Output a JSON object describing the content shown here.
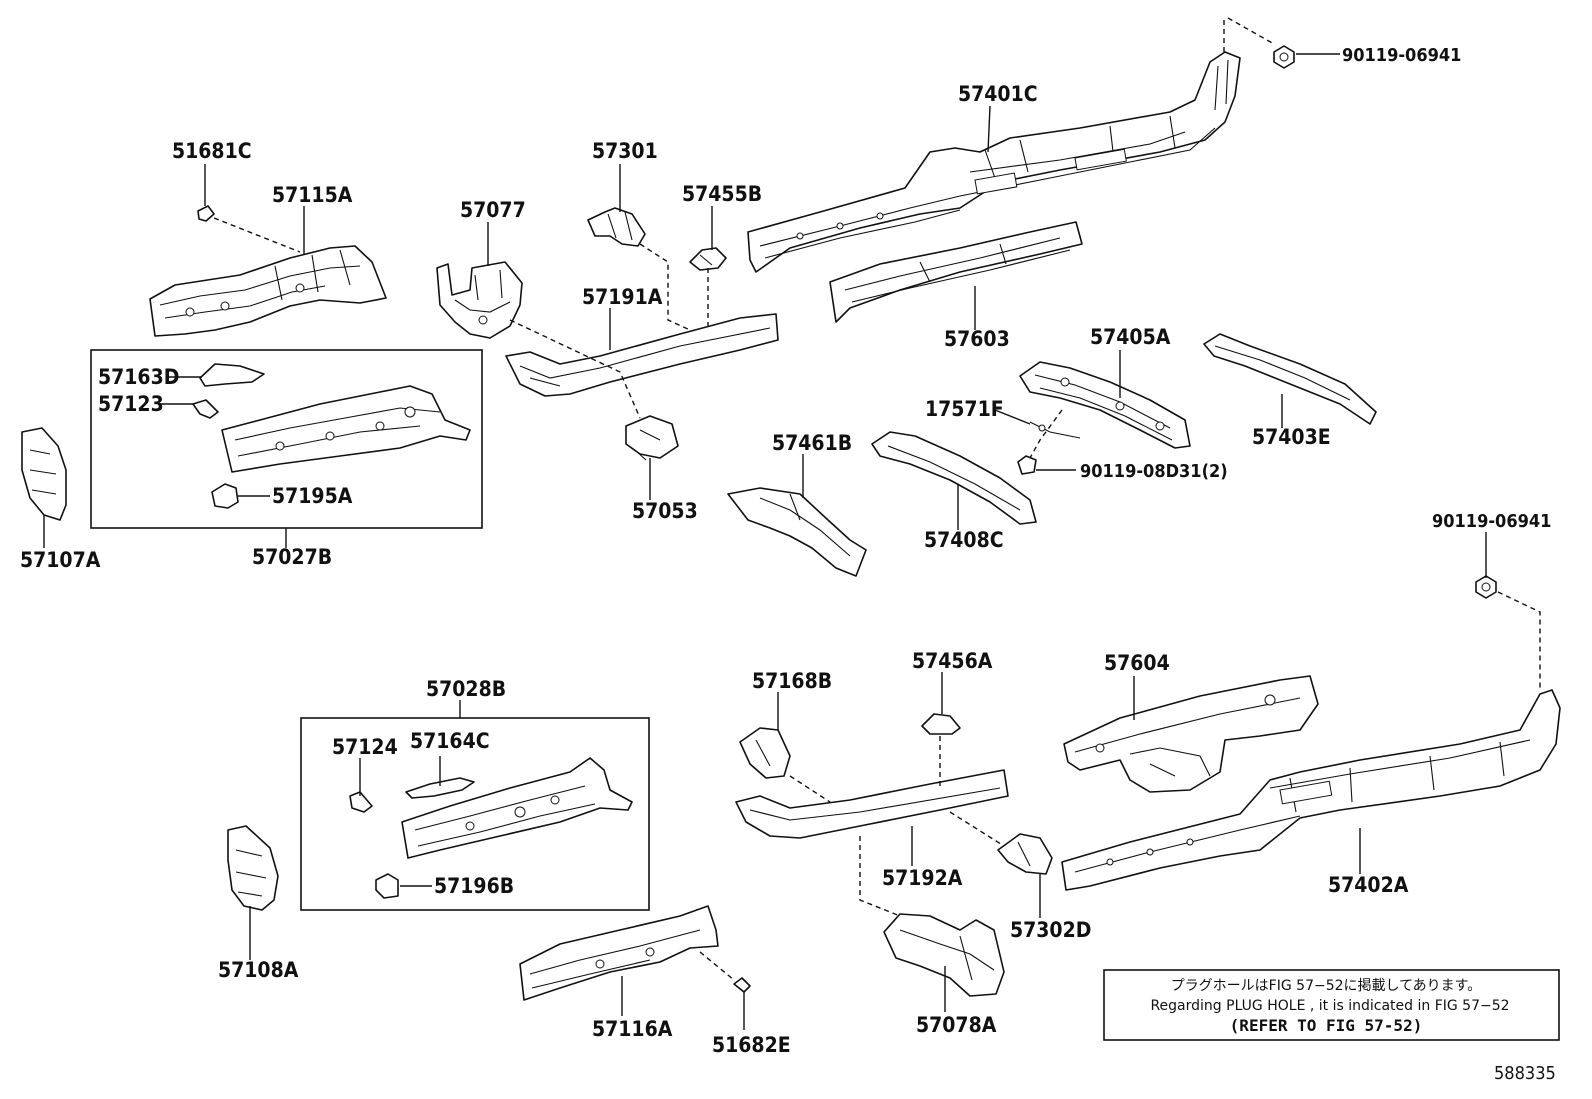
{
  "parts": {
    "p51681C": "51681C",
    "p57115A": "57115A",
    "p57077": "57077",
    "p57301": "57301",
    "p57455B": "57455B",
    "p57401C": "57401C",
    "p90119_06941_top": "90119-06941",
    "p57191A": "57191A",
    "p57603": "57603",
    "p57405A": "57405A",
    "p57403E": "57403E",
    "p57163D": "57163D",
    "p57123": "57123",
    "p57195A": "57195A",
    "p57027B": "57027B",
    "p57107A": "57107A",
    "p57053": "57053",
    "p57461B": "57461B",
    "p17571F": "17571F",
    "p90119_08D31": "90119-08D31(2)",
    "p57408C": "57408C",
    "p90119_06941_right": "90119-06941",
    "p57028B": "57028B",
    "p57124": "57124",
    "p57164C": "57164C",
    "p57196B": "57196B",
    "p57108A": "57108A",
    "p57168B": "57168B",
    "p57456A": "57456A",
    "p57604": "57604",
    "p57192A": "57192A",
    "p57302D": "57302D",
    "p57402A": "57402A",
    "p57116A": "57116A",
    "p51682E": "51682E",
    "p57078A": "57078A"
  },
  "note": {
    "line_jp": "プラグホールはFIG 57−52に掲載してあります。",
    "line_en": "Regarding PLUG HOLE , it is indicated in FIG 57−52",
    "line_ref": "(REFER TO FIG 57-52)"
  },
  "diagram_id": "588335"
}
